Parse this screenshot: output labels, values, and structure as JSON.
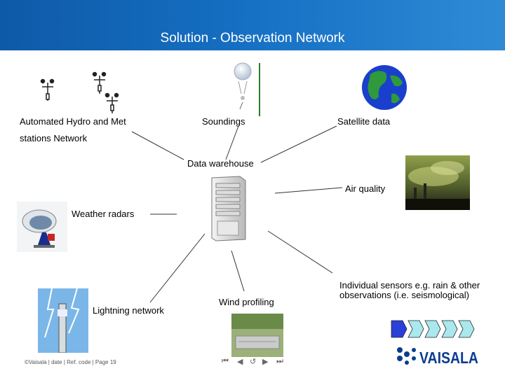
{
  "slide": {
    "title": "Solution  - Observation Network",
    "labels": {
      "stations_line1": "Automated Hydro and Met",
      "stations_line2": "stations Network",
      "soundings": "Soundings",
      "satellite": "Satellite data",
      "warehouse": "Data warehouse",
      "air_quality": "Air quality",
      "weather_radars": "Weather radars",
      "lightning": "Lightning network",
      "wind_profiling": "Wind profiling",
      "individual_line1": "Individual sensors e.g. rain & other",
      "individual_line2": "observations (i.e. seismological)"
    },
    "footer": "©Vaisala | date | Ref. code | Page 19",
    "nav": {
      "first": "⏮",
      "prev": "◀",
      "refresh": "↺",
      "next": "▶",
      "last": "⏭"
    },
    "logo_text": "VAISALA",
    "colors": {
      "header": "#1670c4",
      "logo": "#0a3d8f",
      "chevron_active": "#2a3fd8",
      "chevron": "#a9e8ec"
    }
  }
}
